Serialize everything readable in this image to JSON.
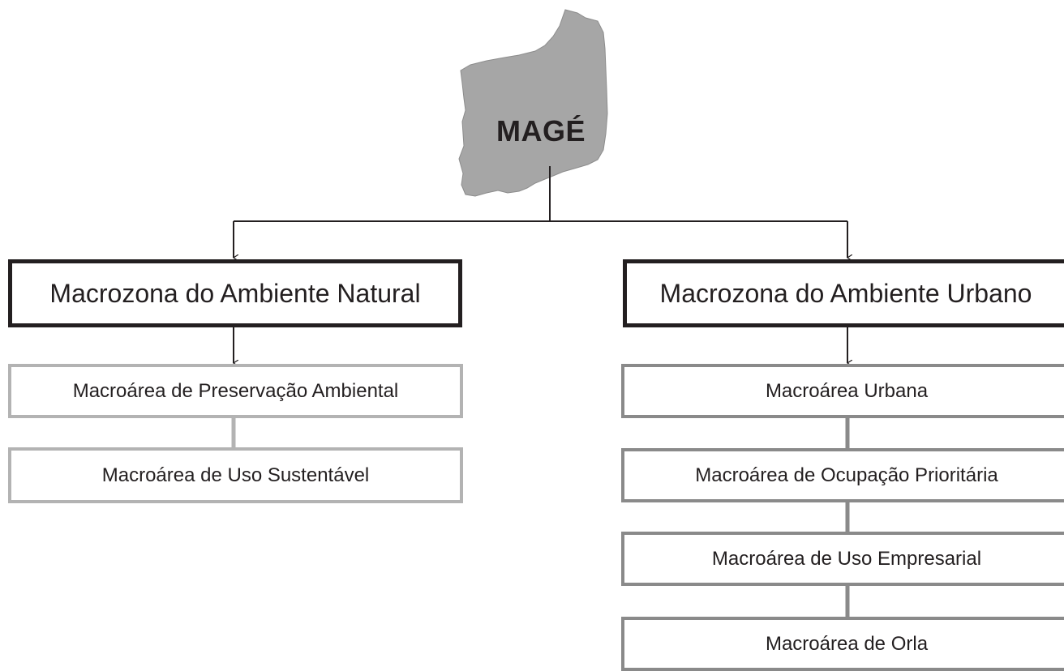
{
  "root": {
    "label": "MAGÉ"
  },
  "zones": [
    {
      "label": "Macrozona do Ambiente Natural",
      "areas": [
        "Macroárea de Preservação Ambiental",
        "Macroárea de Uso Sustentável"
      ]
    },
    {
      "label": "Macrozona do Ambiente Urbano",
      "areas": [
        "Macroárea Urbana",
        "Macroárea de Ocupação Prioritária",
        "Macroárea de Uso Empresarial",
        "Macroárea de Orla"
      ]
    }
  ],
  "colors": {
    "text": "#231f20",
    "map_fill": "#a6a6a6",
    "natural_border": "#b3b3b3",
    "urban_border": "#8a8a8a"
  }
}
